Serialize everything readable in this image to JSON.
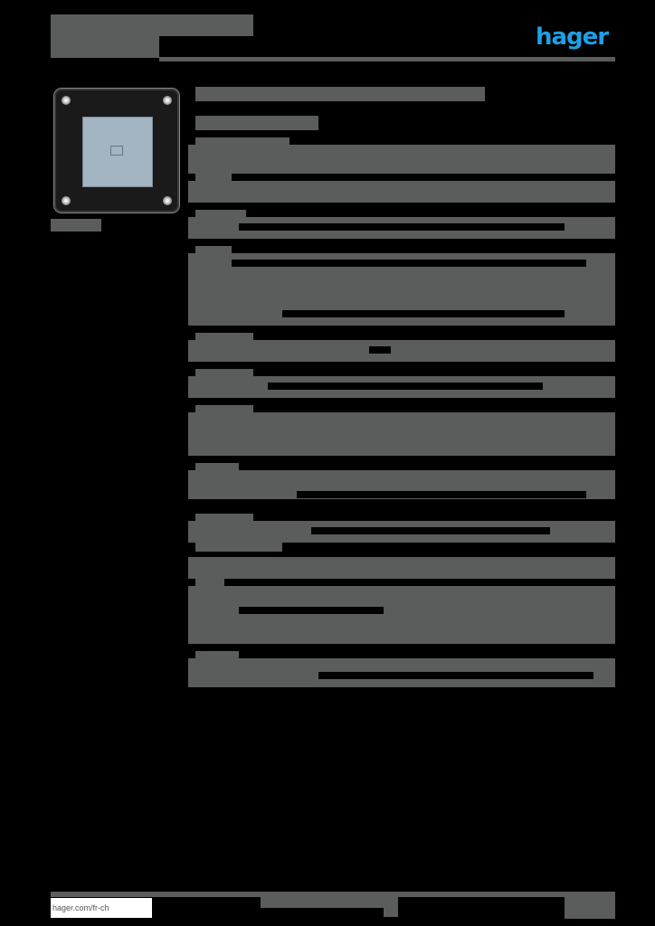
{
  "header": {
    "title": "",
    "subtitle": "",
    "brand": "hager",
    "brand_color": "#1ea0e6"
  },
  "product": {
    "image": "product-photo",
    "caption": ""
  },
  "main": {
    "heading": "",
    "subheading": "",
    "sections": []
  },
  "footer": {
    "url": "hager.com/fr-ch",
    "center_text": "",
    "page": ""
  },
  "colors": {
    "redaction": "#5b5c5c",
    "background": "#000000"
  }
}
